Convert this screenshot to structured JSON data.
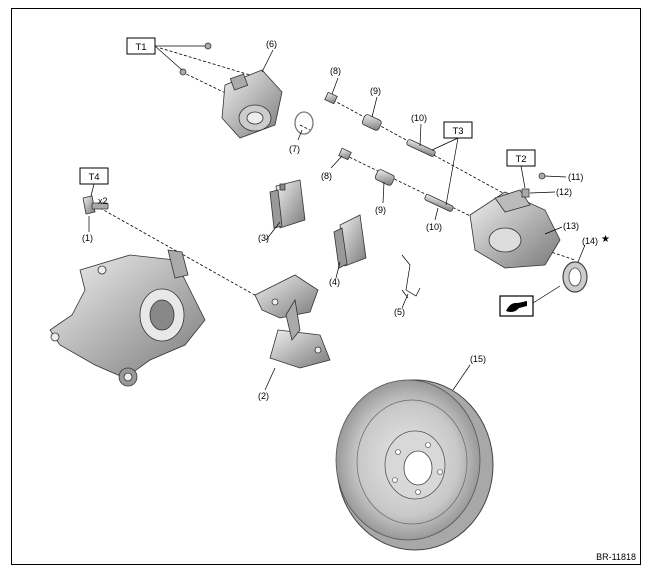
{
  "document": {
    "code": "BR-11818",
    "torque_refs": [
      "T1",
      "T2",
      "T3",
      "T4"
    ],
    "callouts": [
      "(1)",
      "(2)",
      "(3)",
      "(4)",
      "(5)",
      "(6)",
      "(7)",
      "(8)",
      "(8)",
      "(9)",
      "(9)",
      "(10)",
      "(10)",
      "(11)",
      "(12)",
      "(13)",
      "(14)",
      "(15)"
    ],
    "multiplier": "x2",
    "star": "★"
  }
}
